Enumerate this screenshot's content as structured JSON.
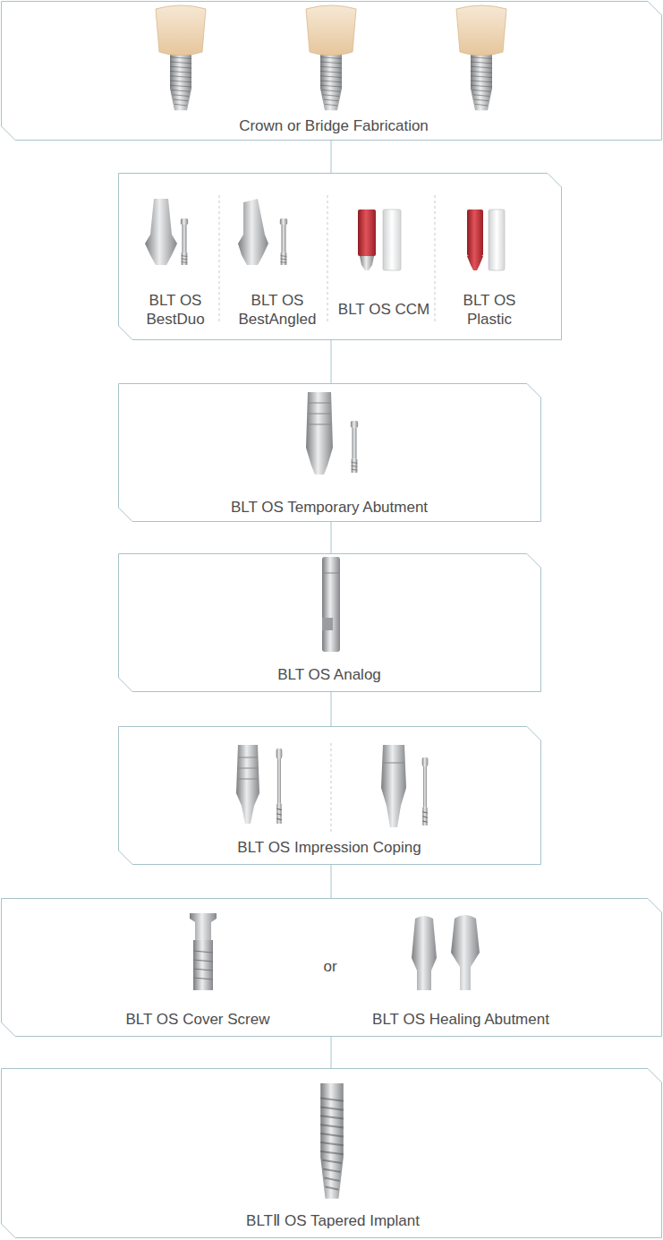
{
  "diagram": {
    "nodes": [
      {
        "text": [
          "Crown or Bridge Fabrication"
        ]
      },
      {
        "text": [
          "BLT OS BestDuo",
          "BLT OS BestAngled",
          "BLT OS CCM",
          "BLT OS Plastic"
        ]
      },
      {
        "text": [
          "BLT OS Temporary Abutment"
        ]
      },
      {
        "text": [
          "BLT OS Analog"
        ]
      },
      {
        "text": [
          "BLT OS Impression Coping"
        ]
      },
      {
        "text": [
          "BLT OS Cover Screw",
          "or",
          "BLT OS Healing Abutment"
        ]
      },
      {
        "text": [
          "BLTⅡ OS Tapered Implant"
        ]
      }
    ],
    "edges": [
      {
        "from": 0,
        "to": 1,
        "arrow": "none"
      },
      {
        "from": 1,
        "to": 2,
        "arrow": "none"
      },
      {
        "from": 2,
        "to": 3,
        "arrow": "none"
      },
      {
        "from": 3,
        "to": 4,
        "arrow": "none"
      },
      {
        "from": 4,
        "to": 5,
        "arrow": "none"
      },
      {
        "from": 5,
        "to": 6,
        "arrow": "none"
      }
    ]
  }
}
